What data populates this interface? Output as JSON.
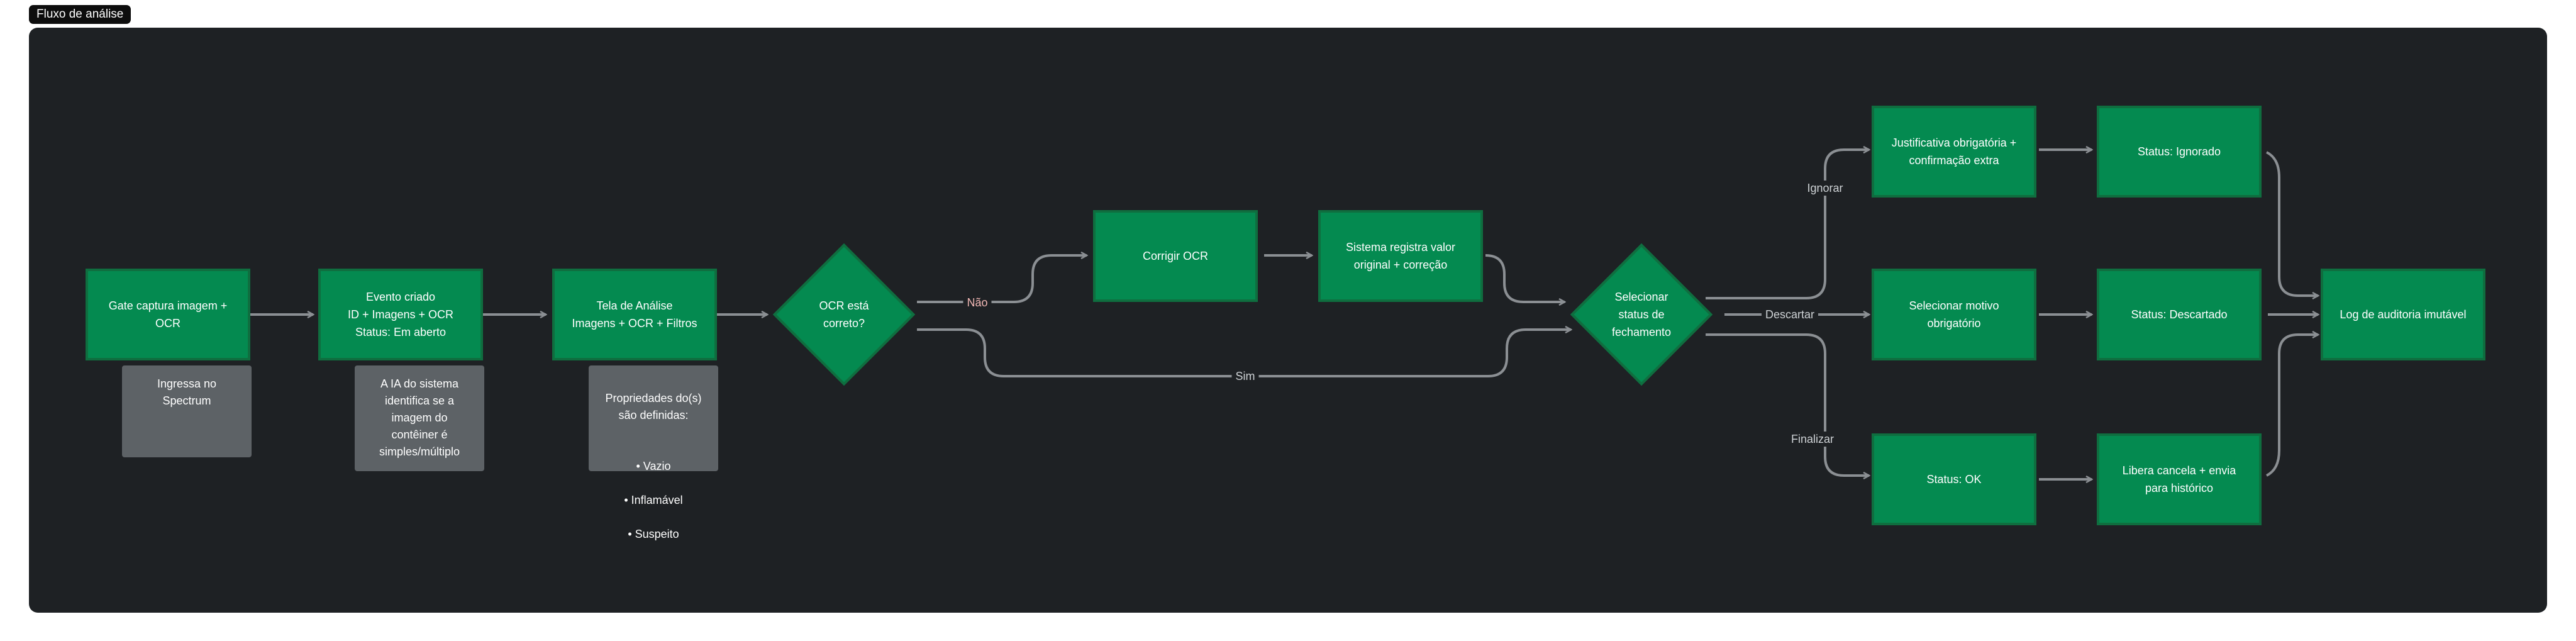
{
  "frame": {
    "title": "Fluxo de análise"
  },
  "colors": {
    "canvas": "#1e2124",
    "node_fill": "#048a50",
    "node_border": "#0f6e3f",
    "note_fill": "#5d6266",
    "edge": "#8b8f93"
  },
  "nodes": {
    "gate": "Gate captura imagem +\nOCR",
    "evento": "Evento criado\nID + Imagens + OCR\nStatus: Em aberto",
    "tela": "Tela de Análise\nImagens + OCR + Filtros",
    "ocr_correto": "OCR está\ncorreto?",
    "corrigir": "Corrigir OCR",
    "registra": "Sistema registra valor\noriginal + correção",
    "selecionar_status": "Selecionar\nstatus de\nfechamento",
    "justificativa": "Justificativa obrigatória +\nconfirmação extra",
    "motivo": "Selecionar motivo\nobrigatório",
    "status_ok": "Status: OK",
    "ignorado": "Status: Ignorado",
    "descartado": "Status: Descartado",
    "libera": "Libera cancela + envia\npara histórico",
    "log": "Log de auditoria imutável"
  },
  "notes": {
    "ingressa": "Ingressa no\nSpectrum",
    "ia": "A IA do sistema\nidentifica se a\nimagem do\ncontêiner é\nsimples/múltiplo",
    "propriedades_title": "Propriedades do(s)\nsão definidas:",
    "propriedades_items": [
      "Vazio",
      "Inflamável",
      "Suspeito"
    ]
  },
  "edge_labels": {
    "nao": "Não",
    "sim": "Sim",
    "ignorar": "Ignorar",
    "descartar": "Descartar",
    "finalizar": "Finalizar"
  }
}
